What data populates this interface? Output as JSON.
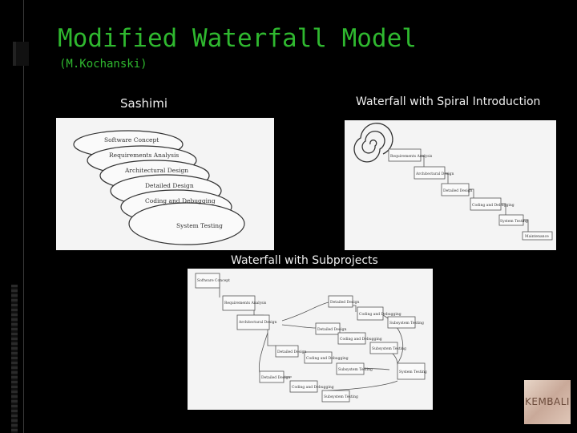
{
  "slide": {
    "title": "Modified Waterfall Model",
    "subtitle": "(M.Kochanski)"
  },
  "captions": {
    "sashimi": "Sashimi",
    "spiral": "Waterfall with Spiral Introduction",
    "subprojects": "Waterfall with Subprojects"
  },
  "sashimi_stages": [
    "Software Concept",
    "Requirements Analysis",
    "Architectural Design",
    "Detailed Design",
    "Coding and Debugging",
    "System Testing"
  ],
  "spiral_stages": [
    "Requirements Analysis",
    "Architectural Design",
    "Detailed Design",
    "Coding and Debugging",
    "System Testing",
    "Maintenance"
  ],
  "subproject_boxes": {
    "concept": "Software Concept",
    "requirements": "Requirements Analysis",
    "architectural": "Architectural Design",
    "detailed_1": "Detailed Design",
    "coding_1": "Coding and Debugging",
    "subsystem_1": "Subsystem Testing",
    "detailed_2": "Detailed Design",
    "coding_2": "Coding and Debugging",
    "subsystem_2": "Subsystem Testing",
    "detailed_3": "Detailed Design",
    "coding_3": "Coding and Debugging",
    "subsystem_3": "Subsystem Testing",
    "detailed_4": "Detailed Design",
    "coding_4": "Coding and Debugging",
    "subsystem_4": "Subsystem Testing",
    "system": "System Testing"
  },
  "logo_text": "KEMBALI",
  "colors": {
    "title": "#2fb82f",
    "background": "#000000"
  }
}
